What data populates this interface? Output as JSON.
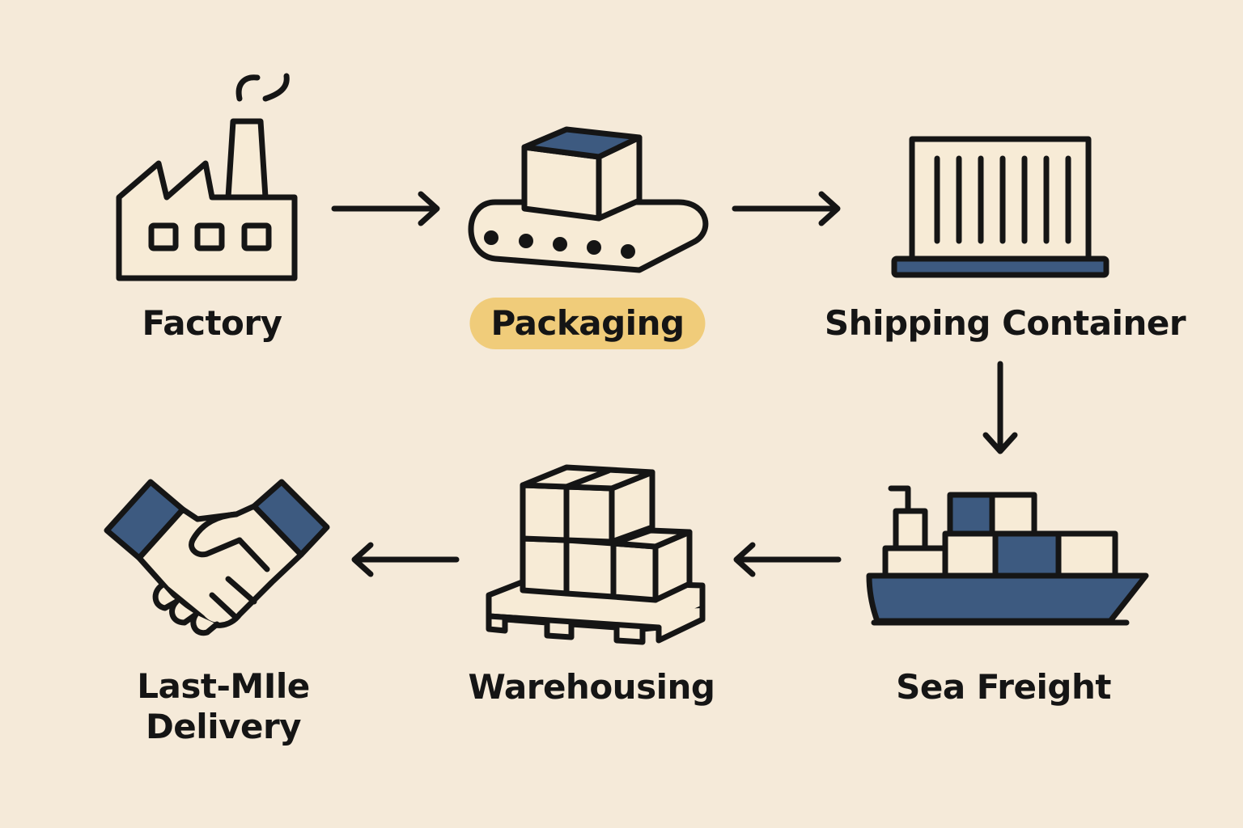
{
  "steps": {
    "factory": {
      "label": "Factory"
    },
    "packaging": {
      "label": "Packaging",
      "highlighted": true
    },
    "container": {
      "label": "Shipping Container"
    },
    "sea": {
      "label": "Sea Freight"
    },
    "warehouse": {
      "label": "Warehousing"
    },
    "delivery": {
      "label_line1": "Last-MIle",
      "label_line2": "Delivery"
    }
  },
  "colors": {
    "background": "#F5EAD9",
    "stroke": "#151515",
    "fill_light": "#F7EBD6",
    "accent_blue": "#3D5A80",
    "highlight": "#F0CC7A"
  }
}
